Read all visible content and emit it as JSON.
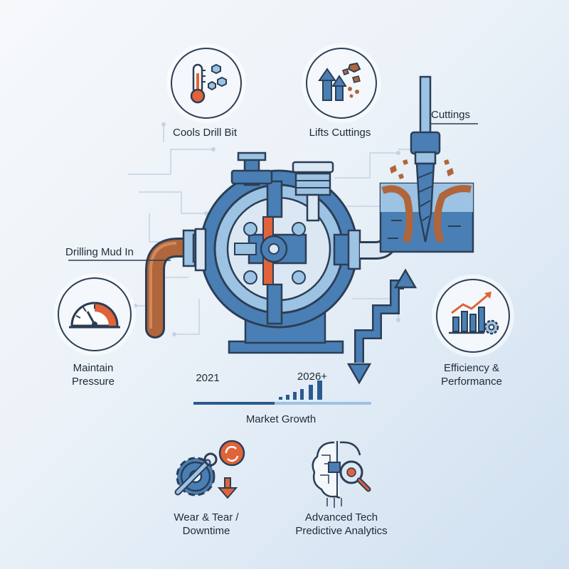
{
  "labels": {
    "cools_drill_bit": "Cools Drill Bit",
    "lifts_cuttings": "Lifts Cuttings",
    "cuttings": "Cuttings",
    "drilling_mud_in": "Drilling Mud In",
    "maintain_pressure_1": "Maintain",
    "maintain_pressure_2": "Pressure",
    "efficiency_1": "Efficiency &",
    "efficiency_2": "Performance",
    "year_start": "2021",
    "year_end": "2026+",
    "market_growth": "Market Growth",
    "wear_1": "Wear & Tear /",
    "wear_2": "Downtime",
    "advanced_1": "Advanced Tech",
    "advanced_2": "Predictive Analytics"
  },
  "colors": {
    "outline": "#2c3e55",
    "steel_blue": "#4a7fb5",
    "light_blue": "#9cc3e4",
    "mud": "#b0653a",
    "accent_orange": "#e0633a"
  },
  "icons": [
    "thermometer-icon",
    "upward-arrows-icon",
    "pressure-gauge-icon",
    "growth-chart-gear-icon",
    "gear-wrench-icon",
    "brain-magnifier-icon",
    "mud-pump-icon",
    "drill-bit-icon"
  ]
}
